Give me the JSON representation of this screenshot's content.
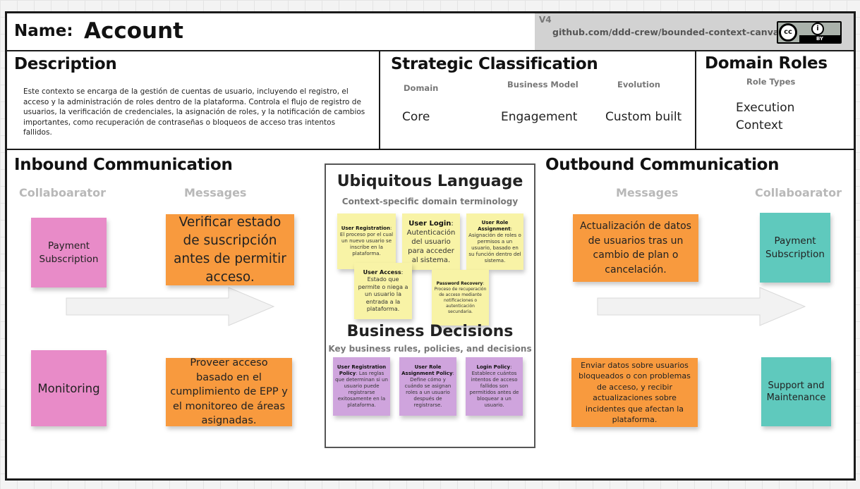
{
  "header": {
    "name_label": "Name:",
    "name_value": "Account",
    "version": "V4",
    "github": "github.com/ddd-crew/bounded-context-canvas",
    "license_cc": "cc",
    "license_by": "BY"
  },
  "description": {
    "title": "Description",
    "text": "Este contexto se encarga de la gestión de cuentas de usuario, incluyendo el registro, el acceso y la administración de roles dentro de la plataforma. Controla el flujo de registro de usuarios, la verificación de credenciales, la asignación de roles, y la notificación de cambios importantes, como recuperación de contraseñas o bloqueos de acceso tras intentos fallidos."
  },
  "strategic": {
    "title": "Strategic Classification",
    "domain_label": "Domain",
    "domain_value": "Core",
    "business_model_label": "Business Model",
    "business_model_value": "Engagement",
    "evolution_label": "Evolution",
    "evolution_value": "Custom built"
  },
  "domain_roles": {
    "title": "Domain Roles",
    "role_types_label": "Role Types",
    "role_line1": "Execution",
    "role_line2": "Context"
  },
  "inbound": {
    "title": "Inbound Communication",
    "collaborator_label": "Collaboarator",
    "messages_label": "Messages",
    "collaborators": [
      "Payment Subscription",
      "Monitoring"
    ],
    "messages": [
      "Verificar estado de suscripción antes de permitir acceso.",
      "Proveer acceso basado en el cumplimiento de EPP y el monitoreo de áreas asignadas."
    ]
  },
  "outbound": {
    "title": "Outbound Communication",
    "collaborator_label": "Collaboarator",
    "messages_label": "Messages",
    "collaborators": [
      "Payment Subscription",
      "Support and Maintenance"
    ],
    "messages": [
      "Actualización de datos de usuarios tras un cambio de plan o cancelación.",
      "Enviar datos sobre usuarios bloqueados o con problemas de acceso, y recibir actualizaciones sobre incidentes que afectan la plataforma."
    ]
  },
  "ubiquitous": {
    "title": "Ubiquitous Language",
    "subtitle": "Context-specific domain terminology",
    "terms": [
      {
        "term": "User Registration",
        "definition": "El proceso por el cual un nuevo usuario se inscribe en la plataforma."
      },
      {
        "term": "User Login",
        "definition": "Autenticación del usuario para acceder al sistema."
      },
      {
        "term": "User Role Assignment",
        "definition": "Asignación de roles o permisos a un usuario, basado en su función dentro del sistema."
      },
      {
        "term": "User Access",
        "definition": "Estado que permite o niega a un usuario la entrada a la plataforma."
      },
      {
        "term": "Password Recovery",
        "definition": "Proceso de recuperación de acceso mediante notificaciones o autenticación secundaria."
      }
    ]
  },
  "decisions": {
    "title": "Business Decisions",
    "subtitle": "Key business rules, policies, and decisions",
    "items": [
      {
        "term": "User Registration Policy",
        "definition": "Las reglas que determinan si un usuario puede registrarse exitosamente en la plataforma."
      },
      {
        "term": "User Role Assignment Policy",
        "definition": "Define cómo y cuándo se asignan roles a un usuario después de registrarse."
      },
      {
        "term": "Login Policy",
        "definition": "Establece cuántos intentos de acceso fallidos son permitidos antes de bloquear a un usuario."
      }
    ]
  },
  "colors": {
    "collaborator_in": "#e88bc8",
    "message": "#f89a3e",
    "collaborator_out": "#5fc9bd",
    "term": "#f8f3a6",
    "decision": "#cfa4dd"
  }
}
